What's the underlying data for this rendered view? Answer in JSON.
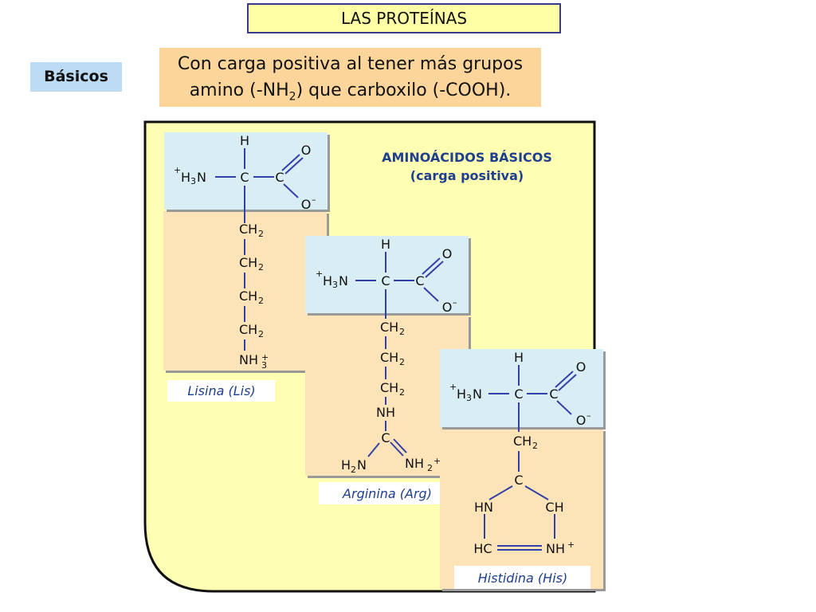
{
  "header": {
    "title": "LAS PROTEÍNAS"
  },
  "category": {
    "label": "Básicos"
  },
  "description": {
    "line1": "Con carga positiva al tener más grupos",
    "line2_pre": "amino (-NH",
    "line2_sub": "2",
    "line2_post": ") que carboxilo (-COOH)."
  },
  "panel": {
    "title": "AMINOÁCIDOS BÁSICOS",
    "subtitle": "(carga positiva)"
  },
  "structures": {
    "common": {
      "h": "H",
      "amine": "H",
      "amine_h": "3",
      "amine_n": "N",
      "amine_plus": "+",
      "c": "C",
      "o": "O",
      "o_minus": "O",
      "minus": "–"
    },
    "lysine": {
      "ch2": "CH",
      "sub2": "2",
      "nh": "NH",
      "sub3": "3",
      "plus": "+",
      "label": "Lisina (Lis)"
    },
    "arginine": {
      "ch2": "CH",
      "sub2": "2",
      "nh": "NH",
      "c": "C",
      "h2n_h": "H",
      "h2n_n": "N",
      "nh2": "NH",
      "plus": "+",
      "label": "Arginina (Arg)"
    },
    "histidine": {
      "ch2": "CH",
      "sub2": "2",
      "c": "C",
      "hn": "HN",
      "ch": "CH",
      "hc": "HC",
      "nh": "NH",
      "plus": "+",
      "label": "Histidina (His)"
    }
  },
  "colors": {
    "panel_bg": "#ffffb4",
    "amino_box": "#d8eef4",
    "side_box": "#fde3b8",
    "blue_line": "#3340a8",
    "title_blue": "#1f3f8f"
  }
}
